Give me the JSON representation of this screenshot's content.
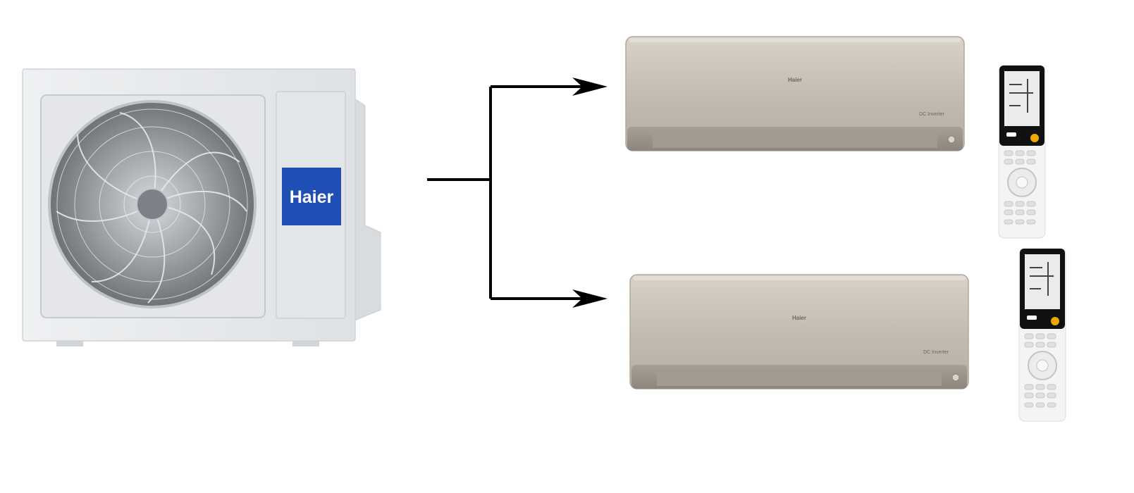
{
  "outdoor_unit": {
    "brand": "Haier",
    "brand_color": "#1f4fb5",
    "fan_icon": "fan-icon"
  },
  "indoor_units": [
    {
      "brand": "Haier",
      "model_badge": "DC Inverter",
      "remote_icon": "remote-control-icon"
    },
    {
      "brand": "Haier",
      "model_badge": "DC Inverter",
      "remote_icon": "remote-control-icon"
    }
  ],
  "connection": {
    "arrow_icon": "arrow-right-icon",
    "line_color": "#000000"
  },
  "colors": {
    "outdoor_body": "#e9ebed",
    "indoor_body": "#c9c1b6",
    "indoor_dark": "#9d958b",
    "remote_screen": "#111111",
    "remote_button_accent": "#f0a800"
  }
}
